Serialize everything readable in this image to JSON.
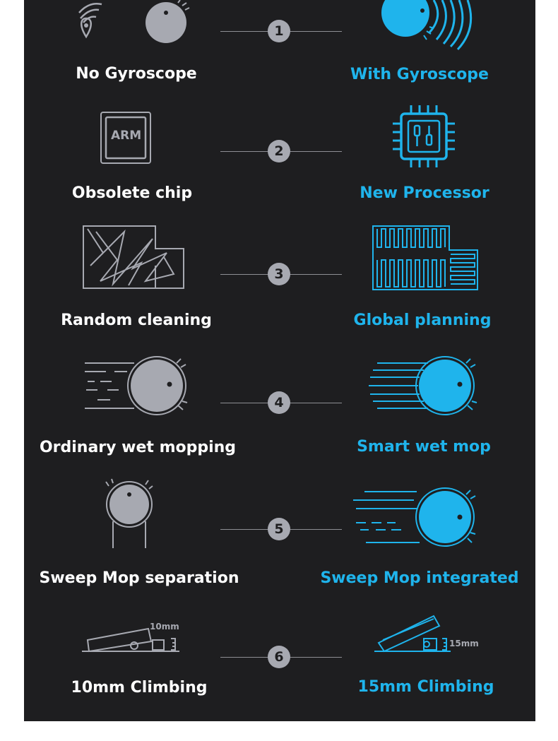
{
  "colors": {
    "background": "#1e1e20",
    "accent": "#1fb4ec",
    "old_icon": "#a7a9b1",
    "left_text": "#ffffff"
  },
  "rows": [
    {
      "number": "1",
      "left": {
        "label": "No Gyroscope",
        "icon": "robot-gps-signal-icon"
      },
      "right": {
        "label": "With Gyroscope",
        "icon": "robot-gyroscope-waves-icon"
      }
    },
    {
      "number": "2",
      "left": {
        "label": "Obsolete chip",
        "icon": "arm-chip-icon",
        "chip_text": "ARM"
      },
      "right": {
        "label": "New Processor",
        "icon": "processor-chip-icon"
      }
    },
    {
      "number": "3",
      "left": {
        "label": "Random cleaning",
        "icon": "random-path-map-icon"
      },
      "right": {
        "label": "Global planning",
        "icon": "planned-path-map-icon"
      }
    },
    {
      "number": "4",
      "left": {
        "label": "Ordinary wet mopping",
        "icon": "robot-motion-lines-icon"
      },
      "right": {
        "label": "Smart wet mop",
        "icon": "robot-motion-lines-blue-icon"
      }
    },
    {
      "number": "5",
      "left": {
        "label": "Sweep Mop separation",
        "icon": "robot-separate-mop-icon"
      },
      "right": {
        "label": "Sweep Mop integrated",
        "icon": "robot-integrated-mop-icon"
      }
    },
    {
      "number": "6",
      "left": {
        "label": "10mm Climbing",
        "icon": "climb-10mm-icon",
        "height_text": "10mm"
      },
      "right": {
        "label": "15mm Climbing",
        "icon": "climb-15mm-icon",
        "height_text": "15mm"
      }
    }
  ]
}
